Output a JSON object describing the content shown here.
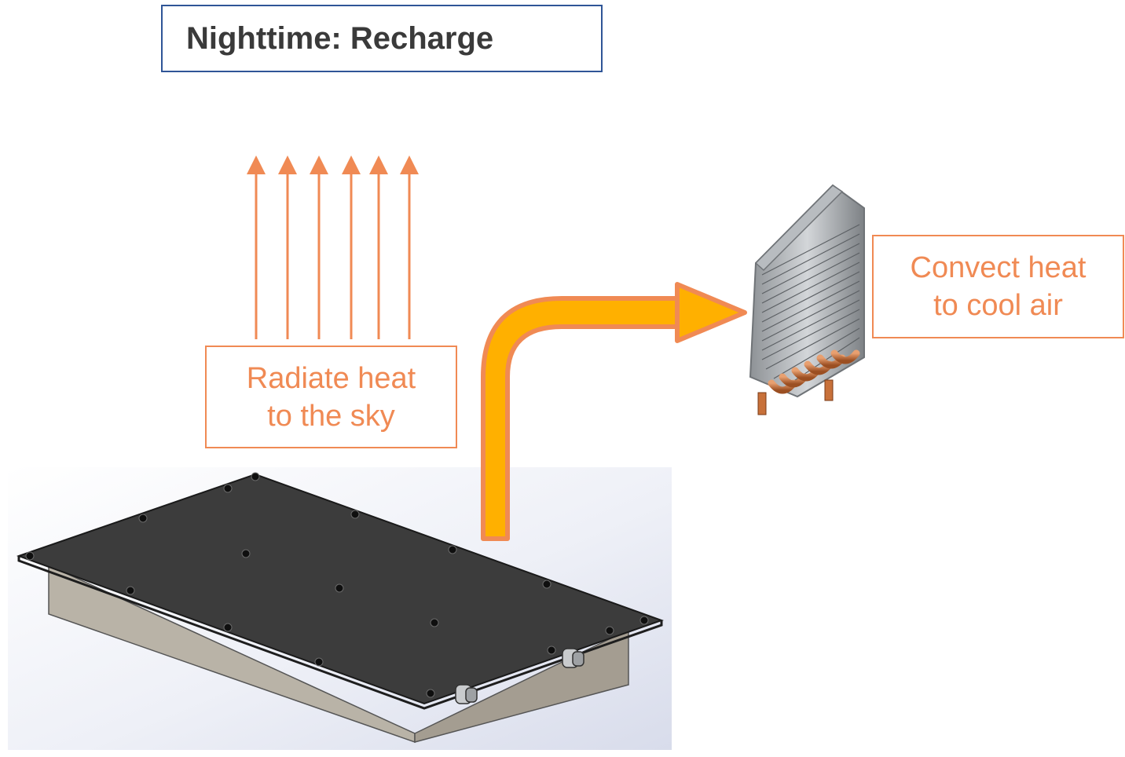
{
  "title": "Nighttime: Recharge",
  "radiate_label": {
    "line1": "Radiate heat",
    "line2": "to the sky"
  },
  "convect_label": {
    "line1": "Convect heat",
    "line2": "to cool air"
  },
  "colors": {
    "accent_orange": "#f08a54",
    "arrow_fill": "#ffb000",
    "title_border": "#2f5597",
    "panel_plate": "#3c3c3c",
    "panel_body": "#b9b3a7",
    "coil_aluminum": "#a9adb1",
    "coil_copper": "#c8713a"
  }
}
